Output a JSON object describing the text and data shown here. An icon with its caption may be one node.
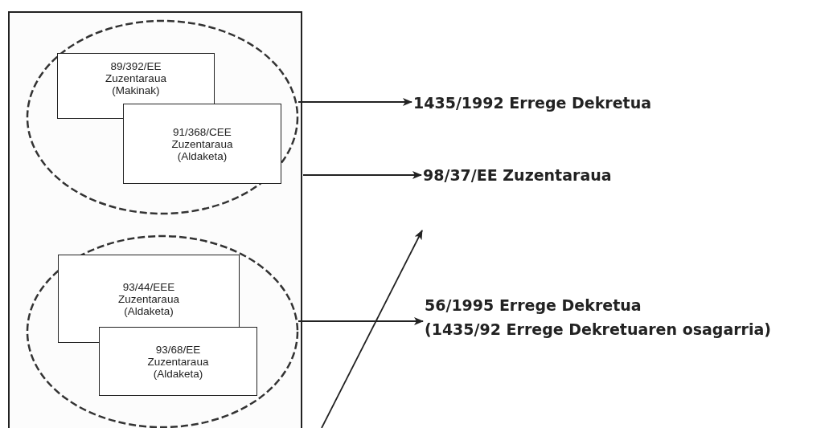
{
  "diagram": {
    "nodes": [
      {
        "text": [],
        "shape": "box"
      },
      {
        "text": [],
        "shape": "ellipse",
        "in": 0
      },
      {
        "text": [
          "89/392/EE Zuzentaraua (Makinak)"
        ],
        "in": 1
      },
      {
        "text": [
          "91/368/CEE Zuzentaraua (Aldaketa)"
        ],
        "in": 1
      },
      {
        "text": [],
        "shape": "ellipse",
        "in": 0
      },
      {
        "text": [
          "93/44/EEE Zuzentaraua (Aldaketa)"
        ],
        "in": 4
      },
      {
        "text": [
          "93/68/EE Zuzentaraua (Aldaketa)"
        ],
        "in": 4
      },
      {
        "text": [
          "1435/1992 Errege Dekretua"
        ]
      },
      {
        "text": [
          "98/37/EE Zuzentaraua"
        ]
      },
      {
        "text": [
          "56/1995 Errege Dekretua",
          "(1435/92 Errege Dekretuaren osagarria)"
        ]
      }
    ],
    "edges": [
      {
        "from": 1,
        "to": 7,
        "arrow": "to"
      },
      {
        "from": 0,
        "to": 8,
        "arrow": "to"
      },
      {
        "from": 4,
        "to": 9,
        "arrow": "to"
      },
      {
        "from": null,
        "to": 8,
        "arrow": "to"
      }
    ]
  }
}
